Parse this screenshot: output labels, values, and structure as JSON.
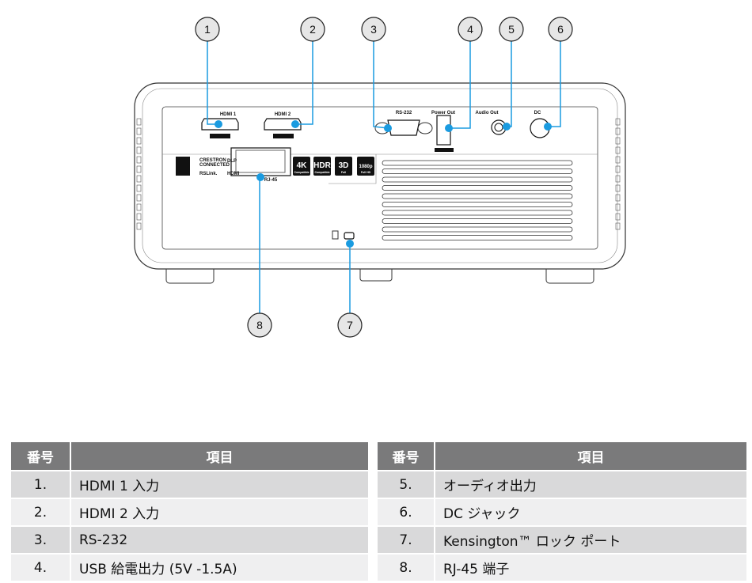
{
  "diagram": {
    "port_labels": {
      "hdmi1": "HDMI 1",
      "hdmi2": "HDMI 2",
      "rs232": "RS-232",
      "power_out": "Power Out",
      "audio_out": "Audio Out",
      "dc": "DC",
      "rj45": "RJ-45"
    },
    "badges": [
      {
        "big": "4K",
        "small": "Compatible"
      },
      {
        "big": "HDR",
        "small": "Compatible"
      },
      {
        "big": "3D",
        "small": "Full"
      },
      {
        "big": "1080p",
        "small": "Full HD"
      }
    ],
    "logos": {
      "crestron": "CRESTRON",
      "crestron2": "CONNECTED",
      "dlp": "DLP",
      "rslink": "RSLink.",
      "hdmi": "HDMI"
    },
    "callouts": [
      "1",
      "2",
      "3",
      "4",
      "5",
      "6",
      "7",
      "8"
    ],
    "accent_color": "#1a9be0"
  },
  "table": {
    "header_num": "番号",
    "header_item": "項目",
    "left_rows": [
      {
        "num": "1.",
        "item": "HDMI 1 入力"
      },
      {
        "num": "2.",
        "item": "HDMI 2 入力"
      },
      {
        "num": "3.",
        "item": "RS-232"
      },
      {
        "num": "4.",
        "item": "USB 給電出力 (5V -1.5A)"
      }
    ],
    "right_rows": [
      {
        "num": "5.",
        "item": "オーディオ出力"
      },
      {
        "num": "6.",
        "item": "DC ジャック"
      },
      {
        "num": "7.",
        "item": "Kensington™ ロック ポート"
      },
      {
        "num": "8.",
        "item": "RJ-45 端子"
      }
    ]
  }
}
